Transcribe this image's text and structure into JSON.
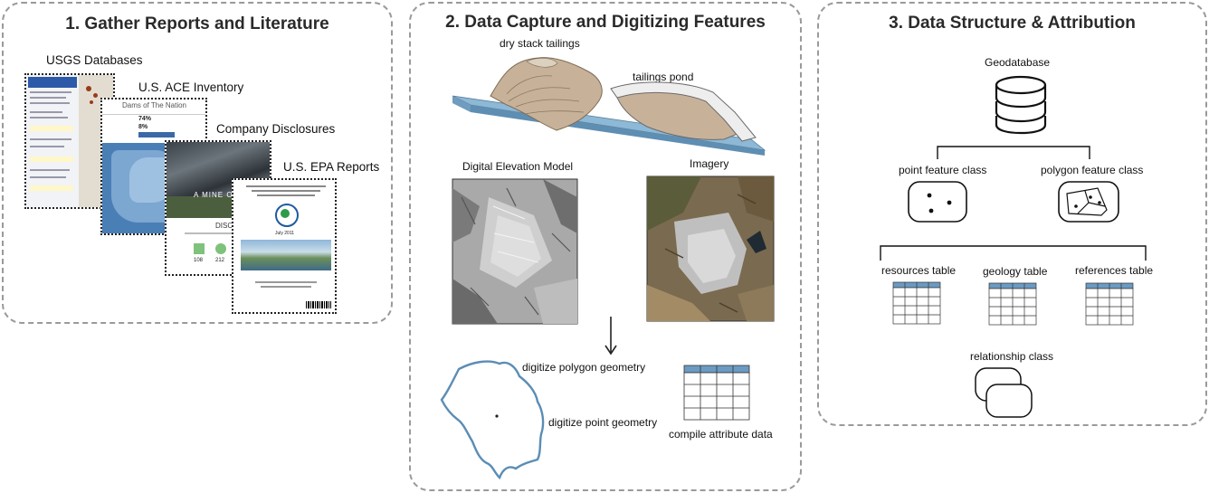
{
  "panel1": {
    "title": "1.  Gather Reports and Literature",
    "sources": [
      {
        "label": "USGS Databases"
      },
      {
        "label": "U.S. ACE Inventory"
      },
      {
        "label": "Company Disclosures"
      },
      {
        "label": "U.S. EPA Reports"
      }
    ],
    "ace_card": {
      "header": "Dams of The Nation",
      "stat1": "74%",
      "stat2": "8%"
    },
    "company_card": {
      "banner": "A MINE OF IN",
      "word": "DISCLOSU",
      "n1": "108",
      "n2": "212"
    },
    "epa_card": {
      "date": "July 2011"
    }
  },
  "panel2": {
    "title": "2. Data Capture and Digitizing Features",
    "labels": {
      "dry_stack": "dry stack tailings",
      "tailings_pond": "tailings pond",
      "dem": "Digital Elevation Model",
      "imagery": "Imagery",
      "digitize_polygon": "digitize polygon geometry",
      "digitize_point": "digitize point geometry",
      "compile": "compile attribute data"
    },
    "colors": {
      "water": "#8db8d6",
      "tailings": "#c7b299",
      "outline": "#5b8db5"
    }
  },
  "panel3": {
    "title": "3. Data Structure & Attribution",
    "geodatabase": "Geodatabase",
    "feature_classes": [
      {
        "label": "point feature class"
      },
      {
        "label": "polygon feature class"
      }
    ],
    "tables": [
      {
        "label": "resources table"
      },
      {
        "label": "geology table"
      },
      {
        "label": "references table"
      }
    ],
    "relationship": "relationship class",
    "colors": {
      "table_header": "#6b9bc3"
    }
  }
}
